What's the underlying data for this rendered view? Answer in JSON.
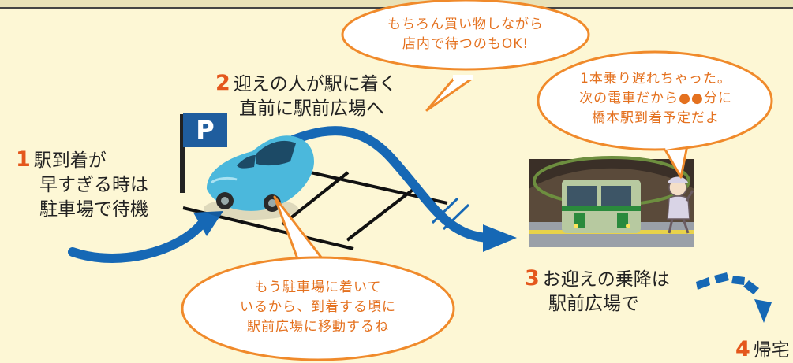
{
  "steps": [
    {
      "num": "1",
      "lines": [
        "駅到着が",
        "早すぎる時は",
        "駐車場で待機"
      ]
    },
    {
      "num": "2",
      "lines": [
        "迎えの人が駅に着く",
        "直前に駅前広場へ"
      ]
    },
    {
      "num": "3",
      "lines": [
        "お迎えの乗降は",
        "駅前広場で"
      ]
    },
    {
      "num": "4",
      "lines": [
        "帰宅"
      ]
    }
  ],
  "bubbles": {
    "shopping": [
      "もちろん買い物しながら",
      "店内で待つのもOK!"
    ],
    "train": [
      "1本乗り遅れちゃった。",
      "次の電車だから●●分に",
      "橋本駅到着予定だよ"
    ],
    "parking": [
      "もう駐車場に着いて",
      "いるから、到着する頃に",
      "駅前広場に移動するね"
    ]
  },
  "parking_sign": "P",
  "colors": {
    "background": "#fdf7d5",
    "accent_orange": "#f08a2b",
    "bubble_text": "#e4711f",
    "step_number": "#e4571c",
    "arrow_blue": "#1668b5",
    "sign_blue": "#1f5d9e"
  }
}
